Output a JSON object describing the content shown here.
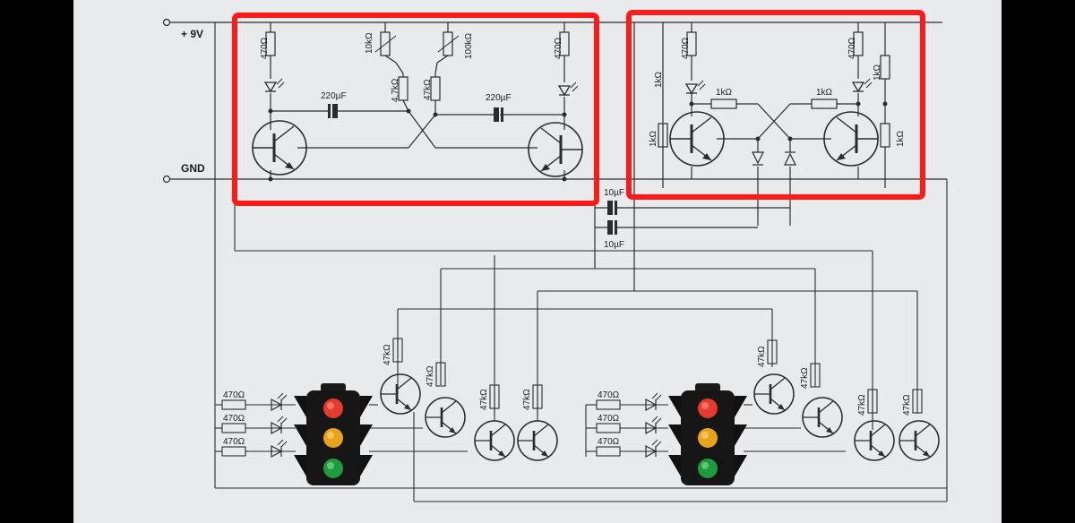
{
  "rails": {
    "supply": "+ 9V",
    "ground": "GND"
  },
  "colors": {
    "highlight": "#ff1a1a",
    "paper": "#e9eaec",
    "ink": "#2b2b2b",
    "lamp_red": "#e53a2e",
    "lamp_amber": "#e8a21c",
    "lamp_green": "#1f9a3e"
  },
  "left_module": {
    "led_resistor_left": "470Ω",
    "trim_10k": "10kΩ",
    "res_4k7": "4,7kΩ",
    "res_47k": "47kΩ",
    "trim_100k": "100kΩ",
    "cap_left": "220µF",
    "cap_right": "220µF",
    "led_resistor_right": "470Ω"
  },
  "right_module": {
    "r1k_outer_left": "1kΩ",
    "r470_left": "470Ω",
    "r1k_mid_left": "1kΩ",
    "r1k_mid_right": "1kΩ",
    "r470_right": "470Ω",
    "r1k_outer_right": "1kΩ",
    "r1k_low_left": "1kΩ",
    "r1k_low_right": "1kΩ"
  },
  "coupling_caps": {
    "top": "10µF",
    "bottom": "10µF"
  },
  "left_light": {
    "resistors": [
      "470Ω",
      "470Ω",
      "470Ω"
    ],
    "drivers": [
      "47kΩ",
      "47kΩ",
      "47kΩ",
      "47kΩ"
    ]
  },
  "right_light": {
    "resistors": [
      "470Ω",
      "470Ω",
      "470Ω"
    ],
    "drivers": [
      "47kΩ",
      "47kΩ",
      "47kΩ",
      "47kΩ"
    ]
  }
}
